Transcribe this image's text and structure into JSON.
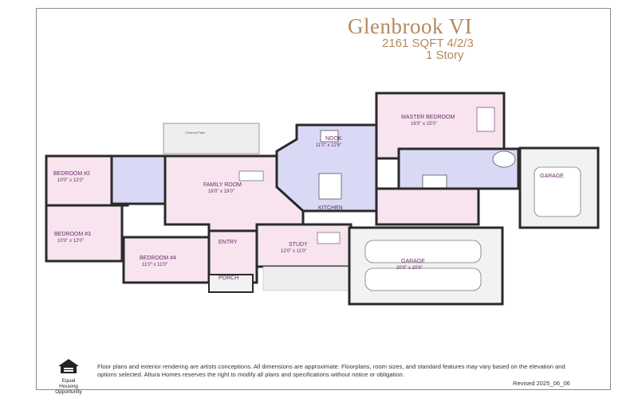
{
  "header": {
    "title": "Glenbrook VI",
    "subtitle": "2161 SQFT 4/2/3",
    "stories": "1 Story"
  },
  "rooms": {
    "master_bedroom": {
      "name": "MASTER BEDROOM",
      "dim": "16'0\" x 15'0\""
    },
    "nook": {
      "name": "NOOK",
      "dim": "11'0\" x 12'6\""
    },
    "bedroom2": {
      "name": "BEDROOM #2",
      "dim": "10'0\" x 12'0\""
    },
    "family_room": {
      "name": "FAMILY ROOM",
      "dim": "18'0\" x 19'0\""
    },
    "kitchen": {
      "name": "KITCHEN"
    },
    "garage_small": {
      "name": "GARAGE"
    },
    "bedroom3": {
      "name": "BEDROOM #3",
      "dim": "10'0\" x 12'0\""
    },
    "entry": {
      "name": "ENTRY"
    },
    "study": {
      "name": "STUDY",
      "dim": "12'0\" x 11'0\""
    },
    "bedroom4": {
      "name": "BEDROOM #4",
      "dim": "11'0\" x 11'0\""
    },
    "garage": {
      "name": "GARAGE",
      "dim": "20'0\" x 20'6\""
    },
    "porch": {
      "name": "PORCH"
    },
    "patio": {
      "name": "Covered Patio"
    }
  },
  "footer": {
    "eho_line1": "Equal",
    "eho_line2": "Housing",
    "eho_line3": "Opportunity",
    "disclaimer": "Floor plans and exterior rendering are artists conceptions. All dimensions are approximate. Floorplans, room sizes, and standard features may vary based on the elevation and options selected. Altura Homes reserves the right to modify all plans and specifications without notice or obligation.",
    "revised": "Revised 2025_06_06"
  },
  "colors": {
    "title": "#b48a5c",
    "wall": "#2a2a2a",
    "room_lavender": "#d9d9f5",
    "room_pink": "#f7e4ee",
    "garage_gray": "#f2f2f2"
  }
}
